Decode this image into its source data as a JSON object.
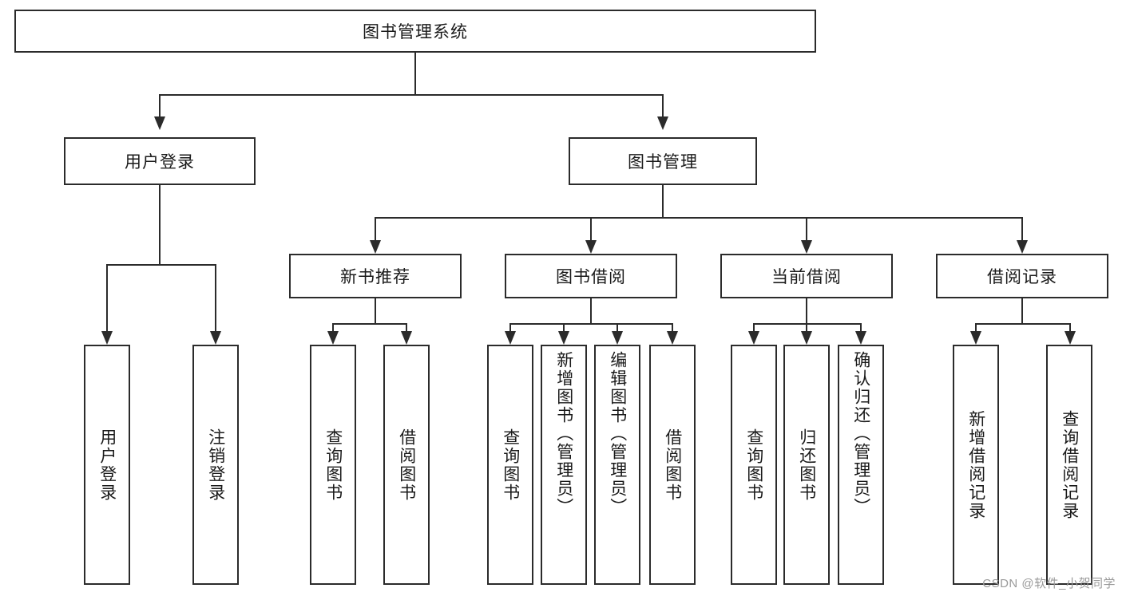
{
  "diagram": {
    "type": "tree",
    "title": "图书管理系统",
    "root": {
      "label": "图书管理系统"
    },
    "level2": [
      {
        "label": "用户登录"
      },
      {
        "label": "图书管理"
      }
    ],
    "level3": [
      {
        "label": "新书推荐"
      },
      {
        "label": "图书借阅"
      },
      {
        "label": "当前借阅"
      },
      {
        "label": "借阅记录"
      }
    ],
    "leaves": {
      "user_login": [
        {
          "label": "用户登录"
        },
        {
          "label": "注销登录"
        }
      ],
      "new_book_recommend": [
        {
          "label": "查询图书"
        },
        {
          "label": "借阅图书"
        }
      ],
      "book_borrow": [
        {
          "label": "查询图书"
        },
        {
          "label": "新增图书（管理员）"
        },
        {
          "label": "编辑图书（管理员）"
        },
        {
          "label": "借阅图书"
        }
      ],
      "current_borrow": [
        {
          "label": "查询图书"
        },
        {
          "label": "归还图书"
        },
        {
          "label": "确认归还（管理员）"
        }
      ],
      "borrow_record": [
        {
          "label": "新增借阅记录"
        },
        {
          "label": "查询借阅记录"
        }
      ]
    }
  },
  "watermark": {
    "text": "CSDN @软件_小贺同学"
  },
  "colors": {
    "line": "#2b2b2b",
    "background": "#ffffff",
    "text": "#1a1a1a",
    "watermark": "#9a9a9a"
  }
}
